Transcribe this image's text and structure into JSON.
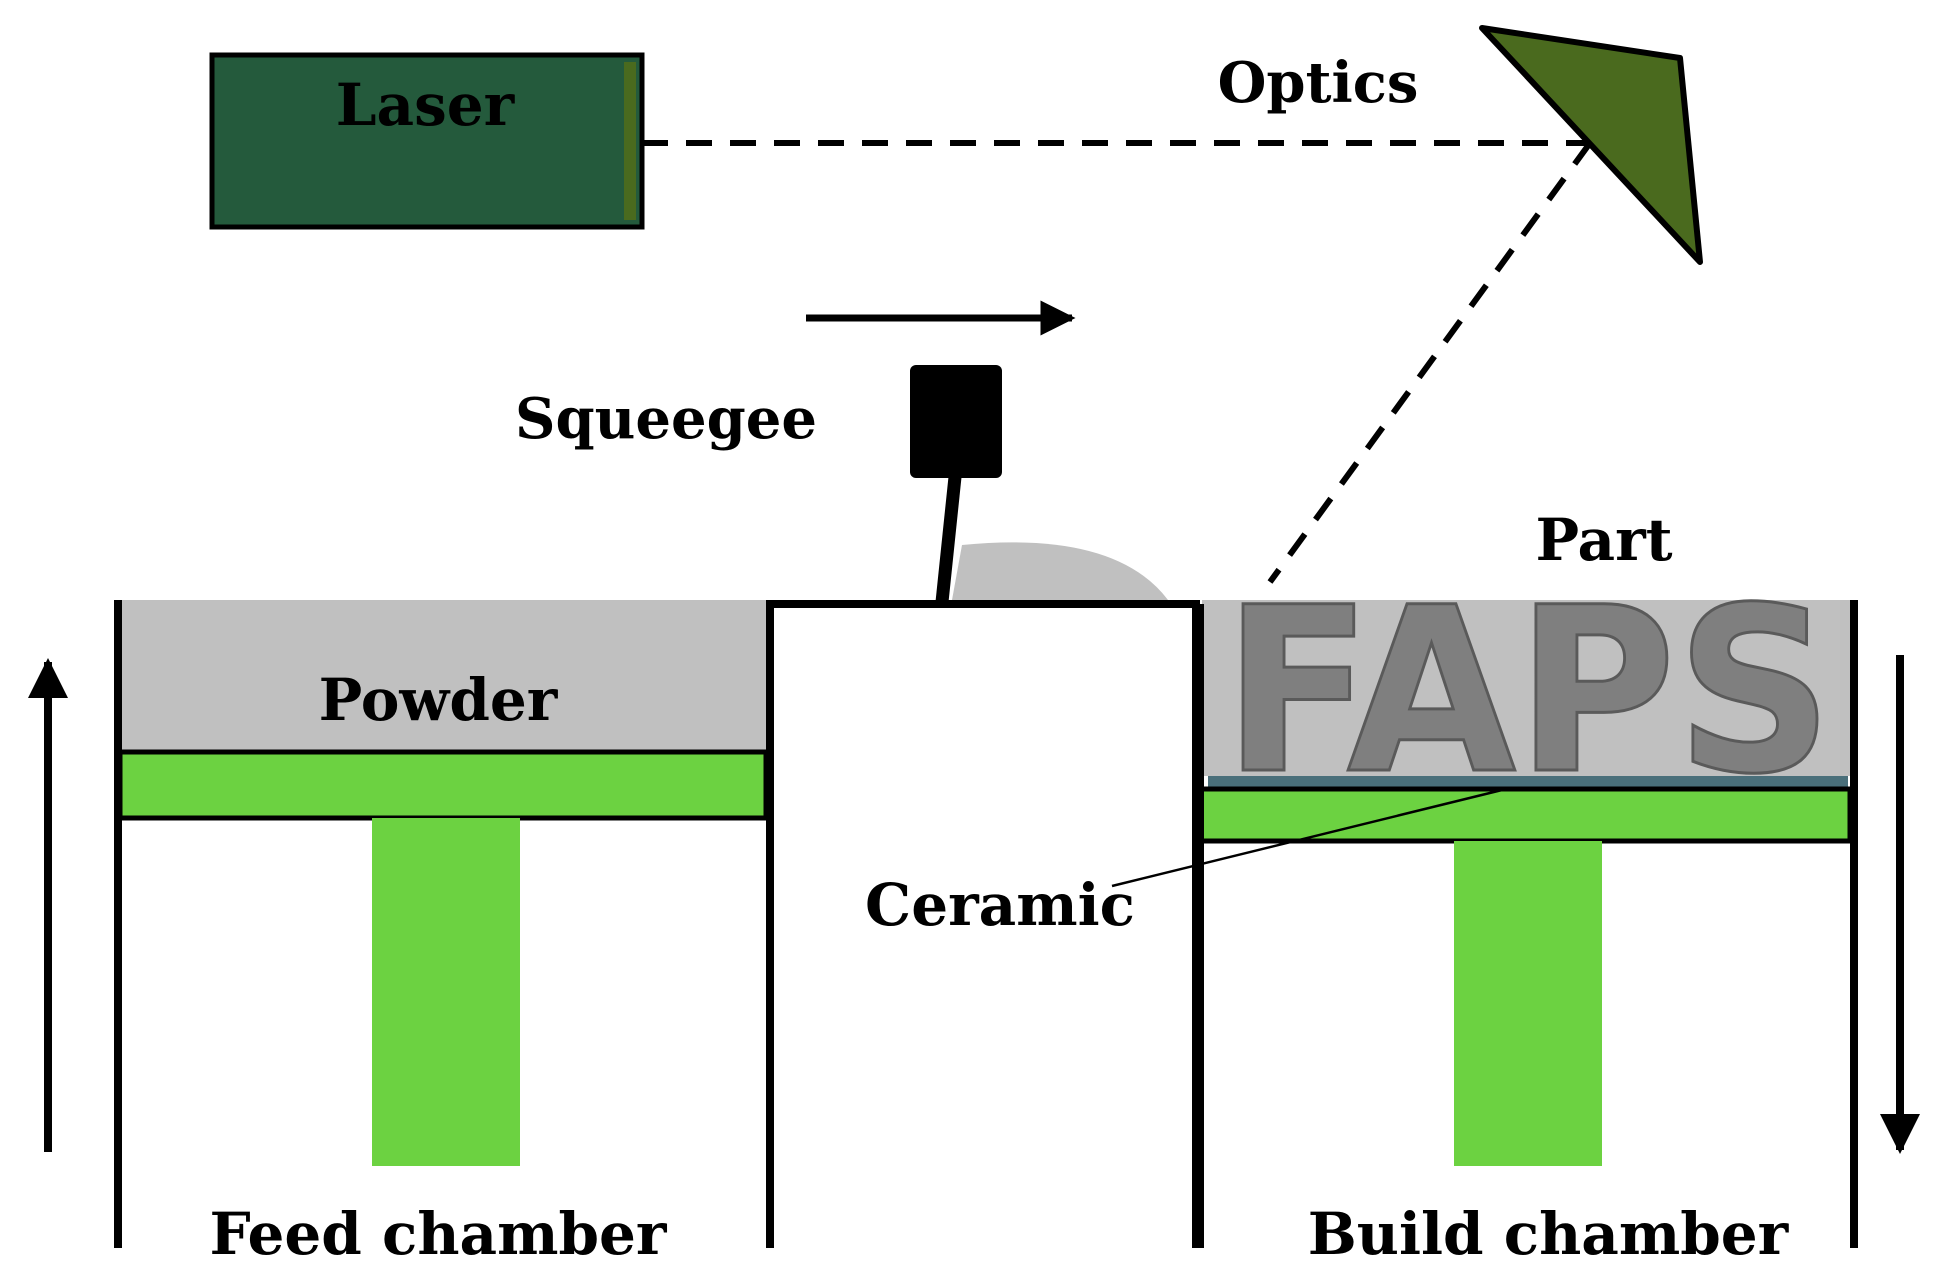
{
  "labels": {
    "laser": "Laser",
    "optics": "Optics",
    "squeegee": "Squeegee",
    "part": "Part",
    "powder": "Powder",
    "ceramic": "Ceramic",
    "feed_chamber": "Feed chamber",
    "build_chamber": "Build chamber",
    "part_text": "FAPS"
  },
  "colors": {
    "laser_fill": "#245a3c",
    "laser_edge": "#4a6a1e",
    "optics_fill": "#4a6a1e",
    "powder": "#c0c0c0",
    "platform_green": "#6cd241",
    "ceramic_layer": "#4a6f7a",
    "part_letters": "#7f7f7f",
    "outline": "#000000"
  },
  "motion": {
    "feed_piston": "up",
    "build_piston": "down",
    "squeegee": "right"
  }
}
